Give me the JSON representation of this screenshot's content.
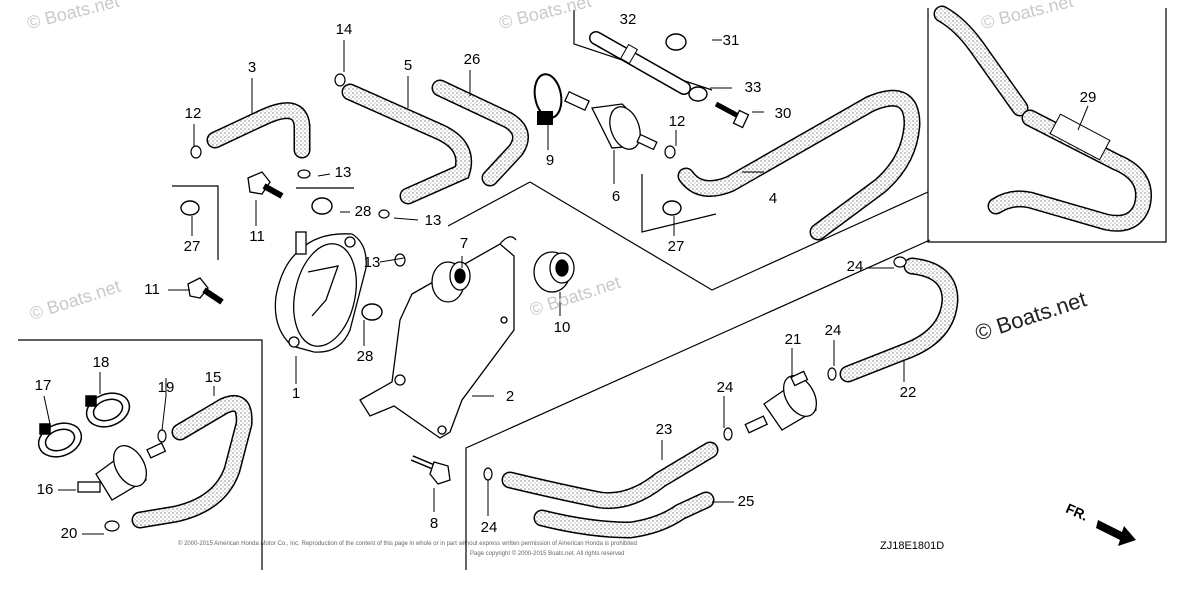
{
  "watermarks": {
    "text": "© Boats.net",
    "main": "© Boats.net"
  },
  "diagram_code": "ZJ18E1801D",
  "direction_mark": "FR.",
  "copyright_lines": [
    "© 2000-2015 American Honda Motor Co., Inc. Reproduction of the content of this page in whole or in part without express written permission of American Honda is prohibited",
    "Page copyright © 2000-2015 Boats.net. All rights reserved"
  ],
  "callouts": [
    {
      "id": "c1",
      "text": "1"
    },
    {
      "id": "c2",
      "text": "2"
    },
    {
      "id": "c3",
      "text": "3"
    },
    {
      "id": "c4",
      "text": "4"
    },
    {
      "id": "c5",
      "text": "5"
    },
    {
      "id": "c6",
      "text": "6"
    },
    {
      "id": "c7",
      "text": "7"
    },
    {
      "id": "c8",
      "text": "8"
    },
    {
      "id": "c9",
      "text": "9"
    },
    {
      "id": "c10",
      "text": "10"
    },
    {
      "id": "c11a",
      "text": "11"
    },
    {
      "id": "c11b",
      "text": "11"
    },
    {
      "id": "c12a",
      "text": "12"
    },
    {
      "id": "c12b",
      "text": "12"
    },
    {
      "id": "c13a",
      "text": "13"
    },
    {
      "id": "c13b",
      "text": "13"
    },
    {
      "id": "c13c",
      "text": "13"
    },
    {
      "id": "c14",
      "text": "14"
    },
    {
      "id": "c15",
      "text": "15"
    },
    {
      "id": "c16",
      "text": "16"
    },
    {
      "id": "c17",
      "text": "17"
    },
    {
      "id": "c18",
      "text": "18"
    },
    {
      "id": "c19",
      "text": "19"
    },
    {
      "id": "c20",
      "text": "20"
    },
    {
      "id": "c21",
      "text": "21"
    },
    {
      "id": "c22",
      "text": "22"
    },
    {
      "id": "c23",
      "text": "23"
    },
    {
      "id": "c24a",
      "text": "24"
    },
    {
      "id": "c24b",
      "text": "24"
    },
    {
      "id": "c24c",
      "text": "24"
    },
    {
      "id": "c24d",
      "text": "24"
    },
    {
      "id": "c25",
      "text": "25"
    },
    {
      "id": "c26",
      "text": "26"
    },
    {
      "id": "c27a",
      "text": "27"
    },
    {
      "id": "c27b",
      "text": "27"
    },
    {
      "id": "c28a",
      "text": "28"
    },
    {
      "id": "c28b",
      "text": "28"
    },
    {
      "id": "c29",
      "text": "29"
    },
    {
      "id": "c30",
      "text": "30"
    },
    {
      "id": "c31",
      "text": "31"
    },
    {
      "id": "c32",
      "text": "32"
    },
    {
      "id": "c33",
      "text": "33"
    }
  ]
}
